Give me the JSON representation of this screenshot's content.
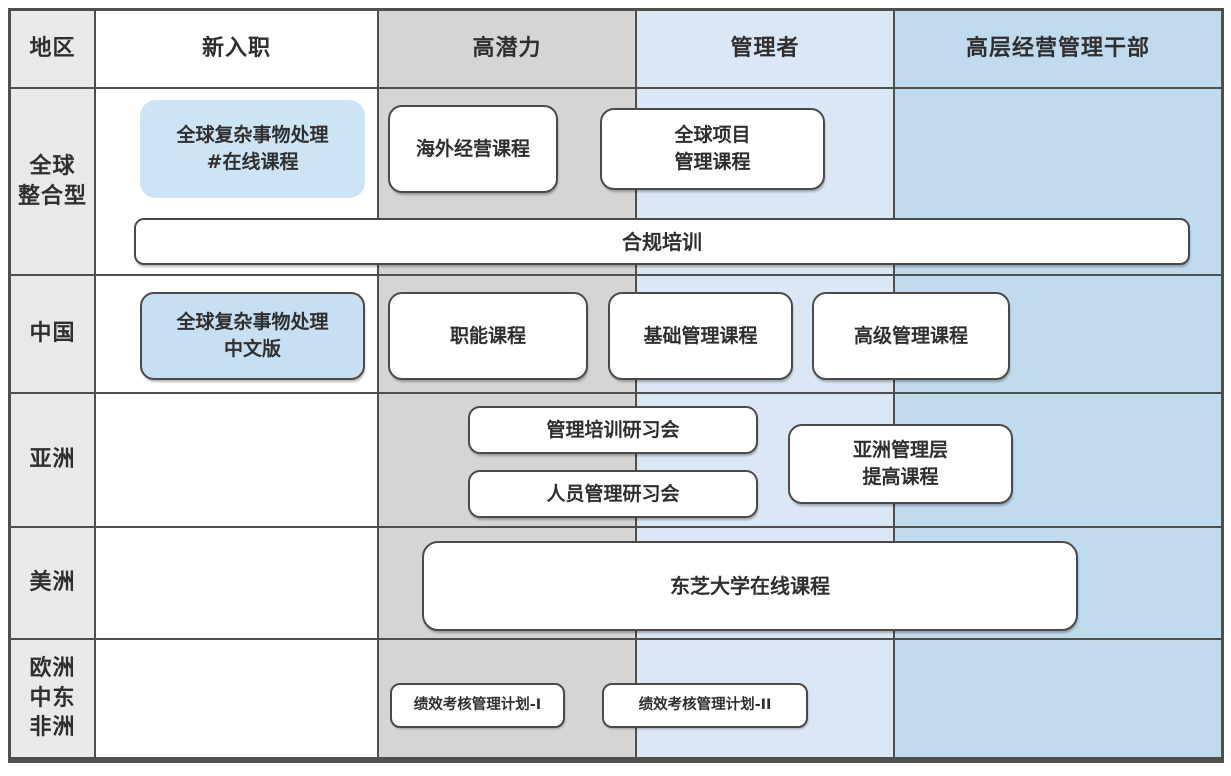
{
  "table": {
    "headers": [
      "地区",
      "新入职",
      "高潜力",
      "管理者",
      "高层经营管理干部"
    ],
    "row_labels": [
      "全球\n整合型",
      "中国",
      "亚洲",
      "美洲",
      "欧洲\n中东\n非洲"
    ]
  },
  "boxes": {
    "global_online": "全球复杂事物处理\n#在线课程",
    "overseas": "海外经营课程",
    "global_project": "全球项目\n管理课程",
    "compliance": "合规培训",
    "global_chinese": "全球复杂事物处理\n中文版",
    "functional": "职能课程",
    "basic_mgmt": "基础管理课程",
    "advanced_mgmt": "高级管理课程",
    "mgmt_training": "管理培训研习会",
    "people_mgmt": "人员管理研习会",
    "asia_mgmt": "亚洲管理层\n提高课程",
    "toshiba_univ": "东芝大学在线课程",
    "perf_1": "绩效考核管理计划-I",
    "perf_2": "绩效考核管理计划-II"
  },
  "colors": {
    "region_gray": "#e9e9e9",
    "potential_gray": "#d5d5d5",
    "manager_blue": "#d9e8f4",
    "senior_blue": "#c0daee",
    "course_blue_box": "#cde4f4",
    "grid_border": "#4f4f4f"
  }
}
